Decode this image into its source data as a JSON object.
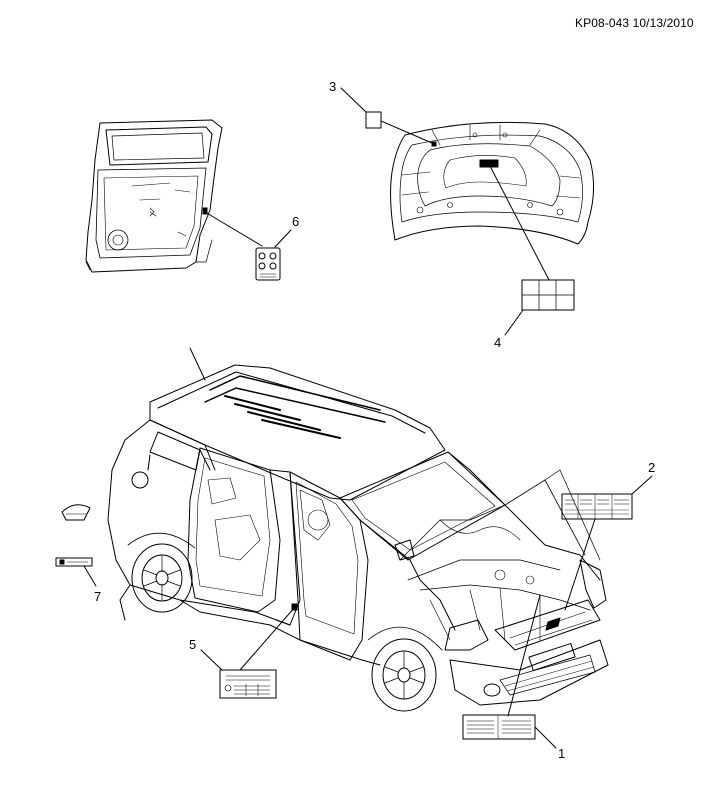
{
  "header": {
    "reference": "KP08-043 10/13/2010"
  },
  "callouts": {
    "c1": "1",
    "c2": "2",
    "c3": "3",
    "c4": "4",
    "c5": "5",
    "c6": "6",
    "c7": "7"
  },
  "colors": {
    "line": "#000000",
    "fill": "#ffffff",
    "label_dark": "#111111"
  }
}
